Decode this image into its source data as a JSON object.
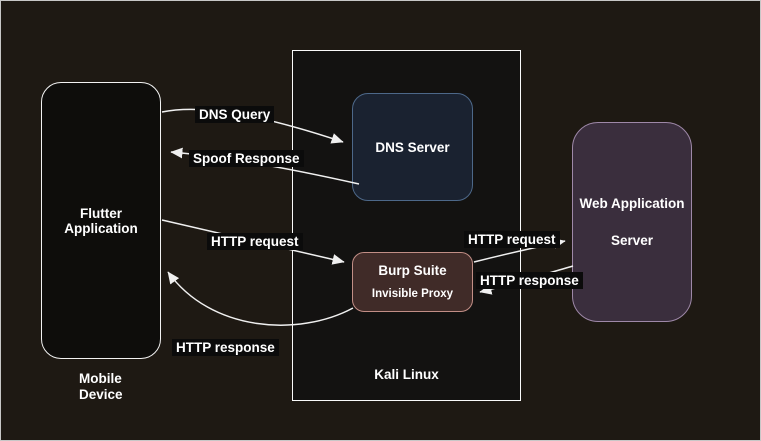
{
  "nodes": {
    "mobile_device": {
      "label_line1": "Flutter",
      "label_line2": "Application",
      "caption_line1": "Mobile",
      "caption_line2": "Device"
    },
    "kali": {
      "caption": "Kali Linux"
    },
    "dns_server": {
      "label": "DNS Server"
    },
    "burp": {
      "title": "Burp Suite",
      "subtitle": "Invisible Proxy"
    },
    "web_server": {
      "label_line1": "Web Application",
      "label_line2": "Server"
    }
  },
  "edges": {
    "dns_query": {
      "label": "DNS Query",
      "from": "mobile_device",
      "to": "dns_server"
    },
    "spoof_response": {
      "label": "Spoof Response",
      "from": "dns_server",
      "to": "mobile_device"
    },
    "http_request_left": {
      "label": "HTTP request",
      "from": "mobile_device",
      "to": "burp"
    },
    "http_request_right": {
      "label": "HTTP request",
      "from": "burp",
      "to": "web_server"
    },
    "http_response_right": {
      "label": "HTTP response",
      "from": "web_server",
      "to": "burp"
    },
    "http_response_bottom": {
      "label": "HTTP response",
      "from": "burp",
      "to": "mobile_device"
    }
  },
  "colors": {
    "bg": "#1e1913",
    "frame": "#c7c7c7",
    "line": "#f0f0f0",
    "text": "#ffffff",
    "label_bg": "#0b0b0b",
    "mobile_fill": "#0e0d0b",
    "mobile_border": "#f2f2f2",
    "kali_fill": "#131211",
    "kali_border": "#fafafa",
    "dns_fill": "#1a2230",
    "dns_border": "#4d6889",
    "burp_fill": "#402b28",
    "burp_border": "#c28e86",
    "web_fill": "#3a2e3d",
    "web_border": "#9e88a8"
  }
}
